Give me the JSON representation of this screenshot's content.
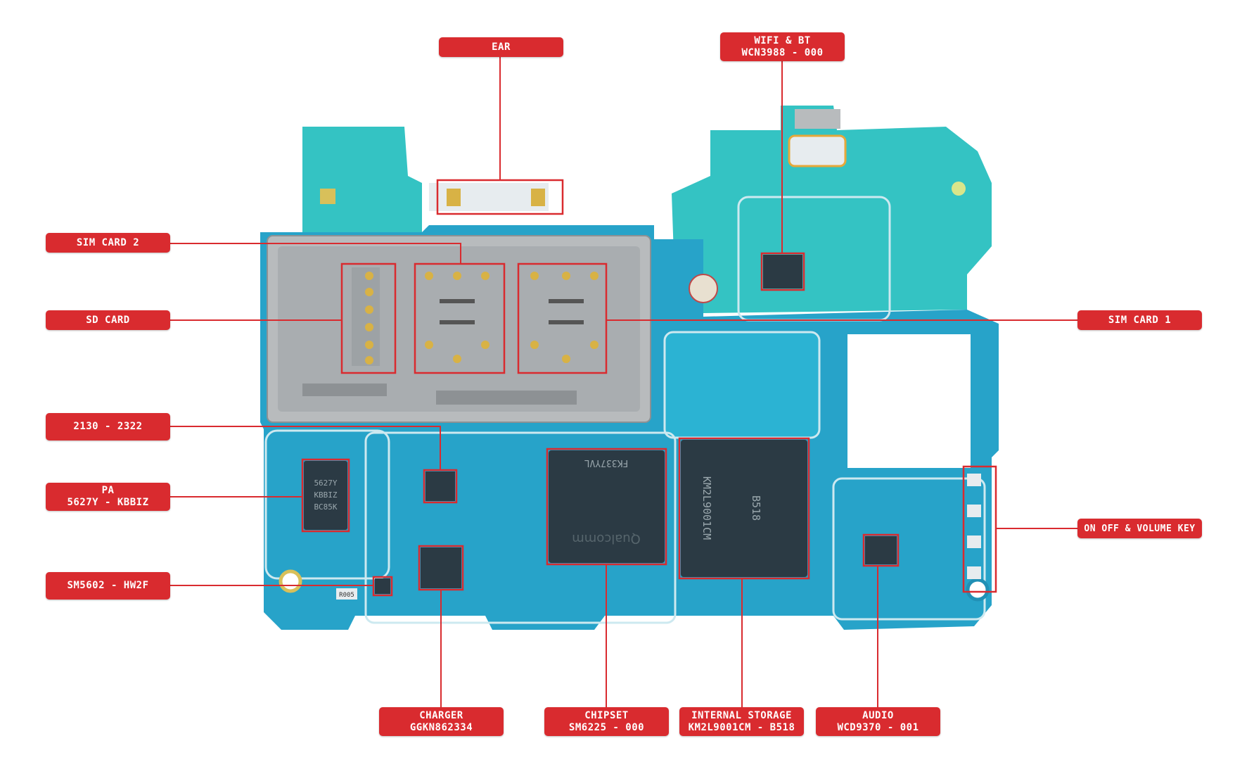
{
  "labels": {
    "ear": {
      "line1": "EAR"
    },
    "wifi_bt": {
      "line1": "WIFI & BT",
      "line2": "WCN3988 - 000"
    },
    "sim_card_2": {
      "line1": "SIM CARD 2"
    },
    "sd_card": {
      "line1": "SD CARD"
    },
    "sim_card_1": {
      "line1": "SIM CARD 1"
    },
    "code_2130": {
      "line1": "2130 - 2322"
    },
    "pa": {
      "line1": "PA",
      "line2": "5627Y - KBBIZ"
    },
    "on_off_volume": {
      "line1": "ON OFF & VOLUME KEY"
    },
    "sm5602": {
      "line1": "SM5602 - HW2F"
    },
    "charger": {
      "line1": "CHARGER",
      "line2": "GGKN862334"
    },
    "chipset": {
      "line1": "CHIPSET",
      "line2": "SM6225 - 000"
    },
    "internal_storage": {
      "line1": "INTERNAL STORAGE",
      "line2": "KM2L9001CM - B518"
    },
    "audio": {
      "line1": "AUDIO",
      "line2": "WCD9370 - 001"
    }
  },
  "chip_markings": {
    "chipset": "FK337YVL",
    "chipset_brand": "Qualcomm",
    "storage_1": "KM2L9001CM",
    "storage_2": "B518",
    "pa_1": "5627Y",
    "pa_2": "KBBIZ",
    "pa_3": "BC85K",
    "r005": "R005"
  },
  "colors": {
    "label_red": "#d92b2f",
    "callout_line": "#d92b2f",
    "pcb_blue": "#27a3c9",
    "pcb_cyan": "#34c3c3",
    "sim_tray_gray": "#b8bbbd",
    "chip_dark": "#2b3a44"
  }
}
